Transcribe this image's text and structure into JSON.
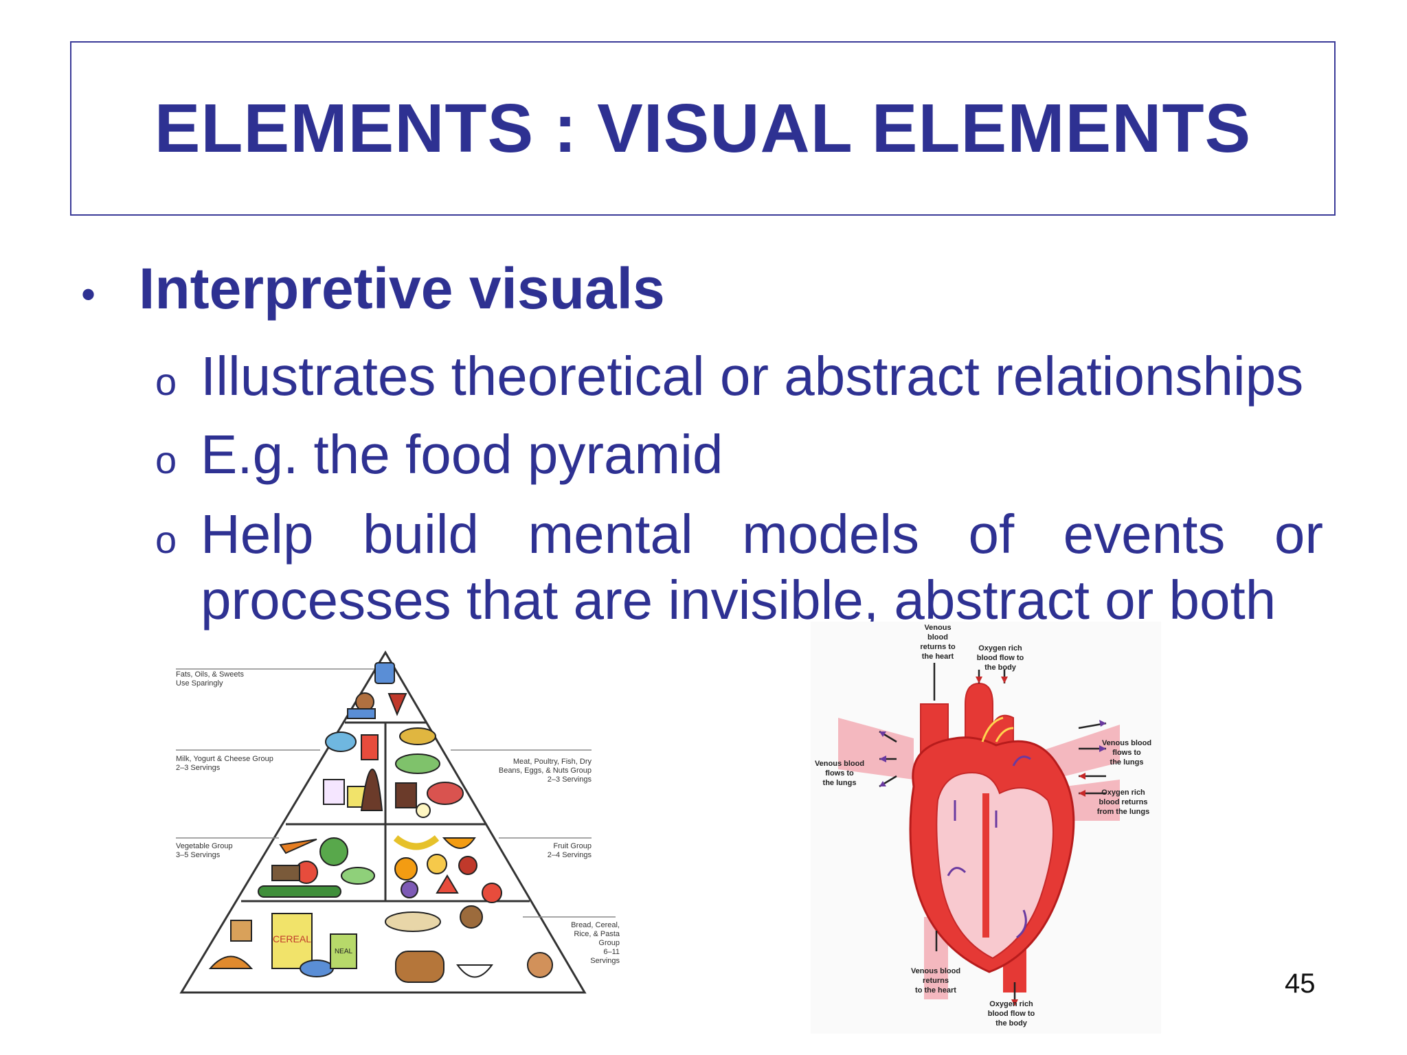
{
  "slide": {
    "title": "ELEMENTS : VISUAL ELEMENTS",
    "bullet": "Interpretive visuals",
    "bullet_marker": "•",
    "sub_marker": "o",
    "sub_items": [
      "Illustrates theoretical or abstract relationships",
      "E.g. the food pyramid",
      "Help build mental models of events or processes that are invisible, abstract or both"
    ],
    "page_number": "45",
    "title_color": "#2e3192"
  },
  "pyramid": {
    "labels": {
      "fats": [
        "Fats, Oils, & Sweets",
        "Use Sparingly"
      ],
      "milk": [
        "Milk, Yogurt & Cheese Group",
        "2–3 Servings"
      ],
      "meat": [
        "Meat, Poultry, Fish, Dry",
        "Beans, Eggs, & Nuts Group",
        "2–3 Servings"
      ],
      "vegetable": [
        "Vegetable Group",
        "3–5 Servings"
      ],
      "fruit": [
        "Fruit Group",
        "2–4 Servings"
      ],
      "bread": [
        "Bread, Cereal,",
        "Rice, & Pasta",
        "Group",
        "6–11",
        "Servings"
      ]
    },
    "cereal_box": "CEREAL",
    "meal_box": "NEAL"
  },
  "heart": {
    "labels": {
      "venous_top": [
        "Venous",
        "blood",
        "returns to",
        "the heart"
      ],
      "oxygen_body_top": [
        "Oxygen rich",
        "blood flow to",
        "the body"
      ],
      "venous_lungs_right": [
        "Venous blood",
        "flows to",
        "the lungs"
      ],
      "oxygen_return": [
        "Oxygen rich",
        "blood returns",
        "from the lungs"
      ],
      "venous_lungs_left": [
        "Venous blood",
        "flows to",
        "the lungs"
      ],
      "venous_bottom": [
        "Venous blood",
        "returns",
        "to the heart"
      ],
      "oxygen_body_bottom": [
        "Oxygen rich",
        "blood flow to",
        "the body"
      ]
    }
  }
}
